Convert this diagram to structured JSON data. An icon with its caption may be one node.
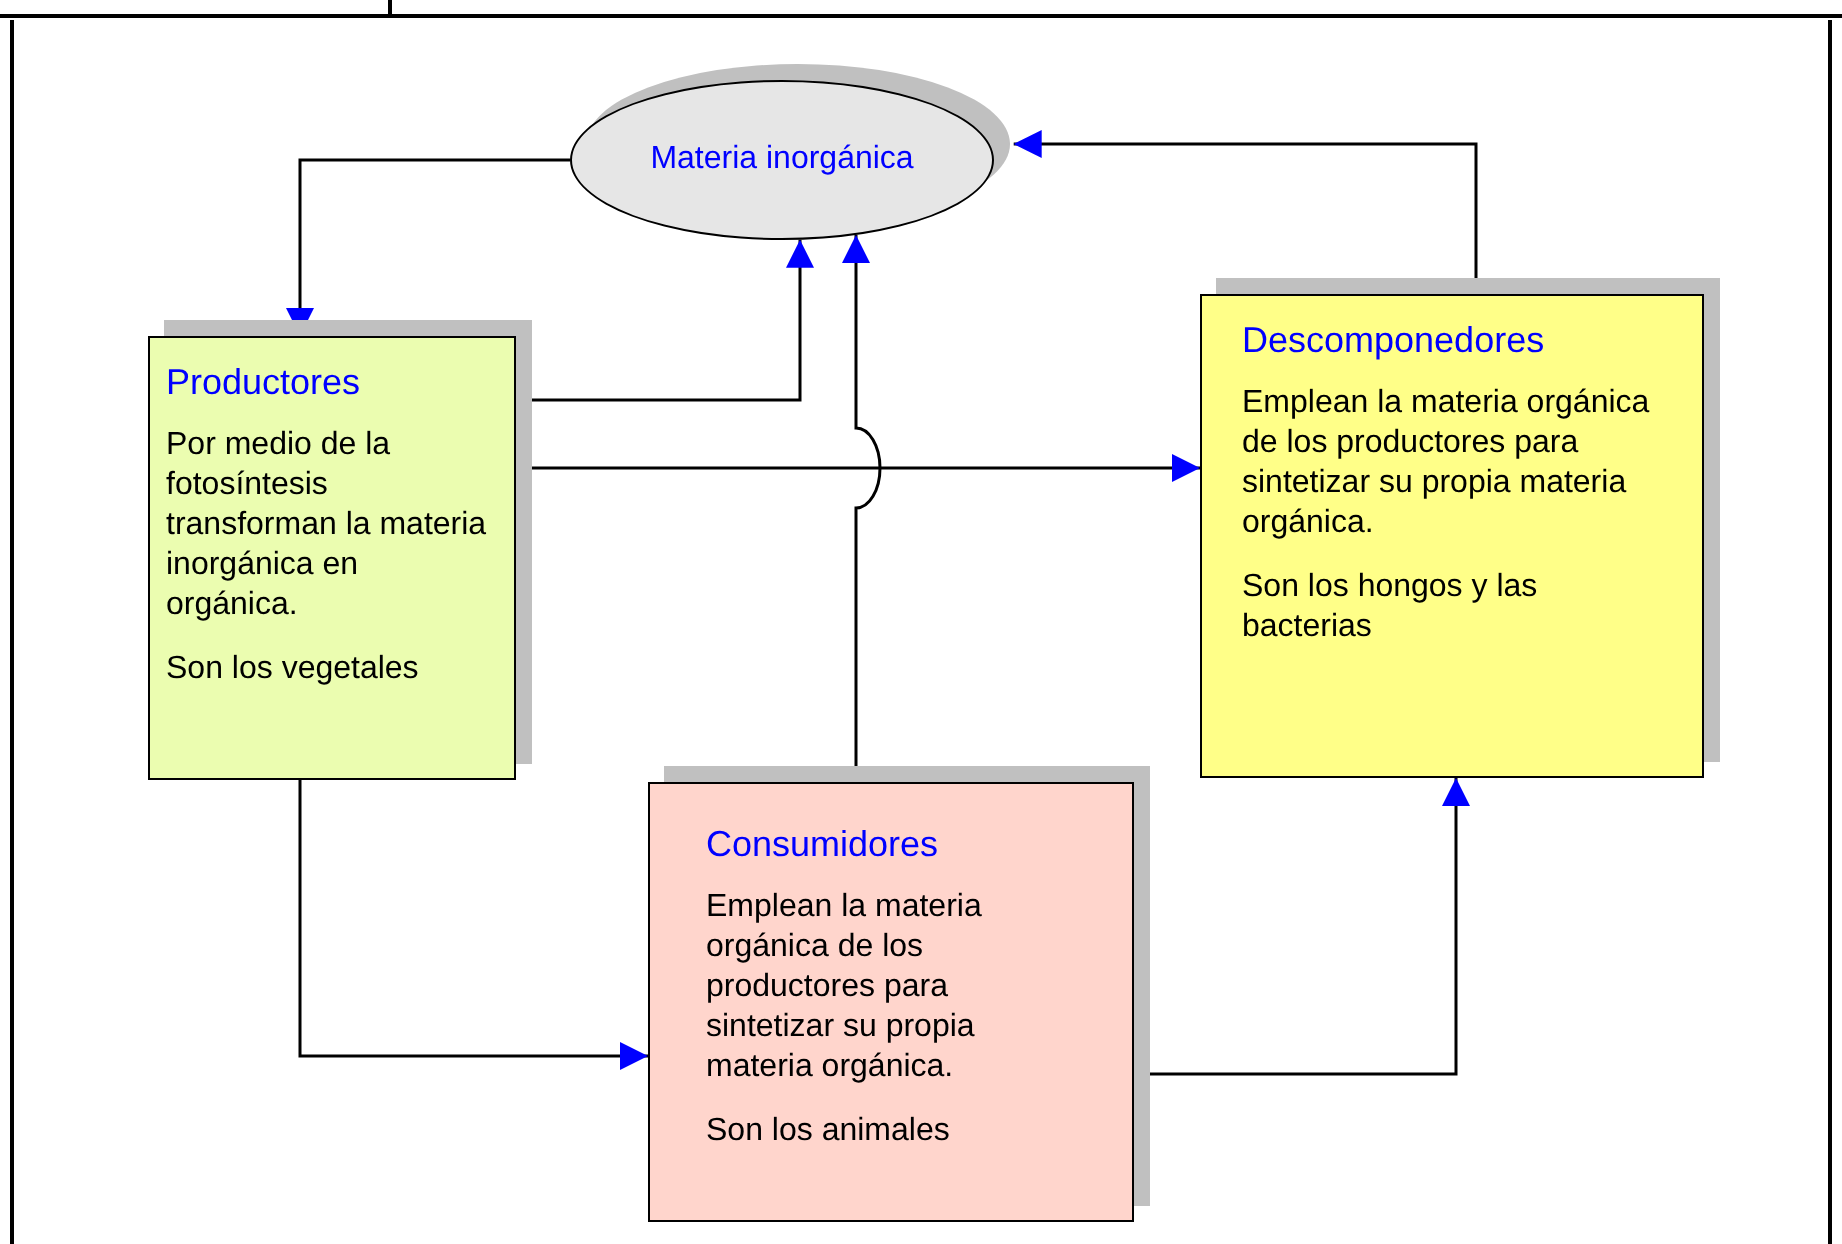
{
  "diagram": {
    "nodes": [
      {
        "text": [
          "Materia inorgánica"
        ]
      },
      {
        "text": [
          "Productores",
          "Por medio de la fotosíntesis transforman la materia inorgánica en orgánica.",
          "Son los vegetales"
        ]
      },
      {
        "text": [
          "Descomponedores",
          "Emplean la materia orgánica de los productores para sintetizar su propia materia orgánica.",
          "Son los hongos y las bacterias"
        ]
      },
      {
        "text": [
          "Consumidores",
          "Emplean la materia orgánica de los productores para sintetizar su propia materia orgánica.",
          "Son los animales"
        ]
      }
    ],
    "edges": [
      {
        "from": 0,
        "to": 1,
        "arrow": "to"
      },
      {
        "from": 2,
        "to": 0,
        "arrow": "to"
      },
      {
        "from": 1,
        "to": 0,
        "arrow": "to"
      },
      {
        "from": 3,
        "to": 0,
        "arrow": "to"
      },
      {
        "from": 1,
        "to": 2,
        "arrow": "to"
      },
      {
        "from": 1,
        "to": 3,
        "arrow": "to"
      },
      {
        "from": 3,
        "to": 2,
        "arrow": "to"
      }
    ]
  }
}
